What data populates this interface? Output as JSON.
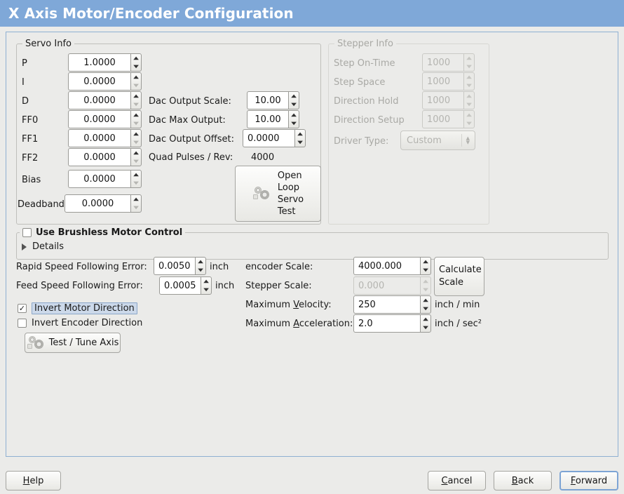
{
  "window": {
    "title": "X Axis Motor/Encoder Configuration",
    "title_bar_color": "#7fa8d8",
    "panel_bg": "#ebebe9",
    "panel_border": "#8fb0d2",
    "focus_color": "#7da4d4"
  },
  "servo_info": {
    "legend": "Servo Info",
    "rows": [
      {
        "label": "P",
        "value": "1.0000"
      },
      {
        "label": "I",
        "value": "0.0000"
      },
      {
        "label": "D",
        "value": "0.0000"
      },
      {
        "label": "FF0",
        "value": "0.0000"
      },
      {
        "label": "FF1",
        "value": "0.0000"
      },
      {
        "label": "FF2",
        "value": "0.0000"
      },
      {
        "label": "Bias",
        "value": "0.0000"
      },
      {
        "label": "Deadband",
        "value": "0.0000"
      }
    ],
    "dac": [
      {
        "label": "Dac Output Scale:",
        "value": "10.00"
      },
      {
        "label": "Dac Max Output:",
        "value": "10.00"
      },
      {
        "label": "Dac Output Offset:",
        "value": "0.0000"
      }
    ],
    "quad_pulses_label": "Quad Pulses / Rev:",
    "quad_pulses_value": "4000",
    "open_loop_button": [
      "Open",
      "Loop",
      "Servo",
      "Test"
    ]
  },
  "stepper_info": {
    "legend": "Stepper Info",
    "enabled": false,
    "rows": [
      {
        "label": "Step On-Time",
        "value": "1000"
      },
      {
        "label": "Step Space",
        "value": "1000"
      },
      {
        "label": "Direction Hold",
        "value": "1000"
      },
      {
        "label": "Direction Setup",
        "value": "1000"
      }
    ],
    "driver_type_label": "Driver Type:",
    "driver_type_value": "Custom"
  },
  "brushless": {
    "legend": "Use Brushless Motor Control",
    "checked": false,
    "details_label": "Details",
    "details_expanded": false
  },
  "following_error": {
    "rapid_label": "Rapid Speed Following Error:",
    "rapid_value": "0.0050",
    "rapid_unit": "inch",
    "feed_label": "Feed Speed Following Error:",
    "feed_value": "0.0005",
    "feed_unit": "inch"
  },
  "direction": {
    "invert_motor_label": "Invert Motor Direction",
    "invert_motor_checked": true,
    "invert_motor_focused": true,
    "invert_encoder_label": "Invert Encoder Direction",
    "invert_encoder_checked": false,
    "test_tune_button": "Test / Tune Axis"
  },
  "scales": {
    "encoder_scale_label": "encoder Scale:",
    "encoder_scale_value": "4000.000",
    "stepper_scale_label": "Stepper Scale:",
    "stepper_scale_value": "0.000",
    "stepper_scale_enabled": false,
    "calculate_button": [
      "Calculate",
      "Scale"
    ],
    "max_velocity_label_pre": "Maximum ",
    "max_velocity_mnemonic": "V",
    "max_velocity_label_post": "elocity:",
    "max_velocity_value": "250",
    "max_velocity_unit": "inch / min",
    "max_accel_label_pre": "Maximum ",
    "max_accel_mnemonic": "A",
    "max_accel_label_post": "cceleration:",
    "max_accel_value": "2.0",
    "max_accel_unit": "inch / sec²"
  },
  "footer": {
    "help": {
      "mnemonic": "H",
      "rest": "elp"
    },
    "cancel": {
      "mnemonic": "C",
      "rest": "ancel"
    },
    "back": {
      "mnemonic": "B",
      "rest": "ack"
    },
    "forward": {
      "mnemonic": "F",
      "rest": "orward"
    }
  }
}
